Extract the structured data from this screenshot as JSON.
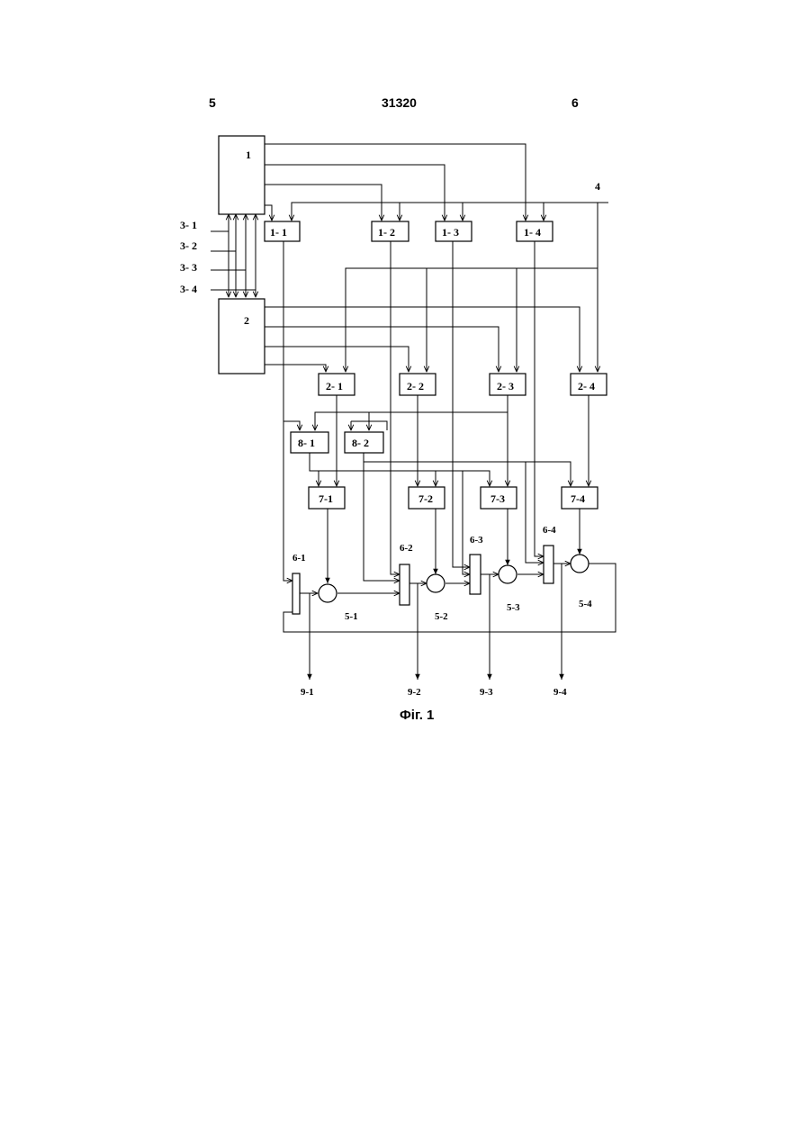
{
  "header": {
    "left": "5",
    "center": "31320",
    "right": "6"
  },
  "caption": "Фіг. 1",
  "blocks": {
    "b1": "1",
    "b2": "2",
    "b1_1": "1- 1",
    "b1_2": "1- 2",
    "b1_3": "1- 3",
    "b1_4": "1- 4",
    "b2_1": "2- 1",
    "b2_2": "2- 2",
    "b2_3": "2- 3",
    "b2_4": "2- 4",
    "b8_1": "8- 1",
    "b8_2": "8- 2",
    "b7_1": "7-1",
    "b7_2": "7-2",
    "b7_3": "7-3",
    "b7_4": "7-4"
  },
  "labels": {
    "in4": "4",
    "in3_1": "3- 1",
    "in3_2": "3- 2",
    "in3_3": "3- 3",
    "in3_4": "3- 4",
    "r6_1": "6-1",
    "r6_2": "6-2",
    "r6_3": "6-3",
    "r6_4": "6-4",
    "c5_1": "5-1",
    "c5_2": "5-2",
    "c5_3": "5-3",
    "c5_4": "5-4",
    "o9_1": "9-1",
    "o9_2": "9-2",
    "o9_3": "9-3",
    "o9_4": "9-4"
  }
}
